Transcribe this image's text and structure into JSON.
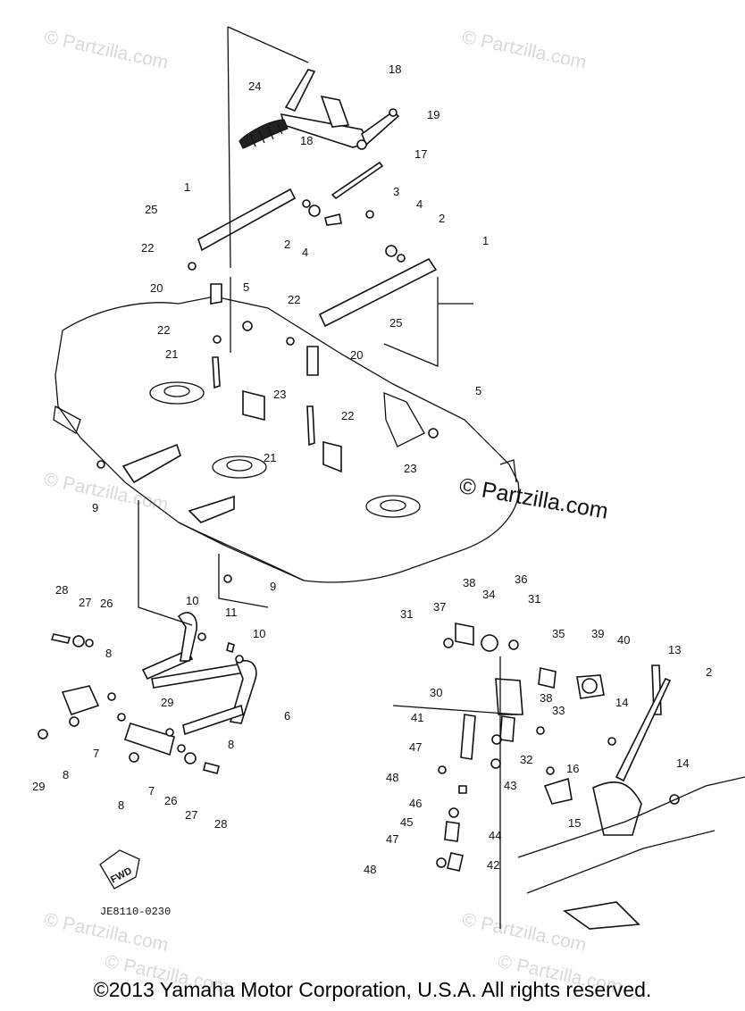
{
  "watermarks": [
    "© Partzilla.com",
    "© Partzilla.com",
    "© Partzilla.com",
    "© Partzilla.com",
    "© Partzilla.com",
    "© Partzilla.com",
    "© Partzilla.com"
  ],
  "watermark_main": "© Partzilla.com",
  "callouts": [
    "18",
    "19",
    "24",
    "17",
    "18",
    "1",
    "25",
    "3",
    "22",
    "4",
    "2",
    "2",
    "4",
    "1",
    "20",
    "5",
    "22",
    "25",
    "22",
    "21",
    "20",
    "23",
    "5",
    "22",
    "21",
    "23",
    "9",
    "9",
    "28",
    "27",
    "26",
    "10",
    "11",
    "10",
    "8",
    "29",
    "6",
    "8",
    "7",
    "29",
    "8",
    "7",
    "8",
    "26",
    "27",
    "28",
    "38",
    "36",
    "37",
    "34",
    "31",
    "31",
    "35",
    "39",
    "40",
    "13",
    "2",
    "30",
    "38",
    "14",
    "33",
    "41",
    "47",
    "32",
    "16",
    "48",
    "43",
    "15",
    "14",
    "46",
    "45",
    "44",
    "47",
    "42",
    "48"
  ],
  "fwd_label": "FWD",
  "diagram_code": "JE8110-0230",
  "copyright": "©2013  Yamaha Motor Corporation, U.S.A. All rights reserved."
}
